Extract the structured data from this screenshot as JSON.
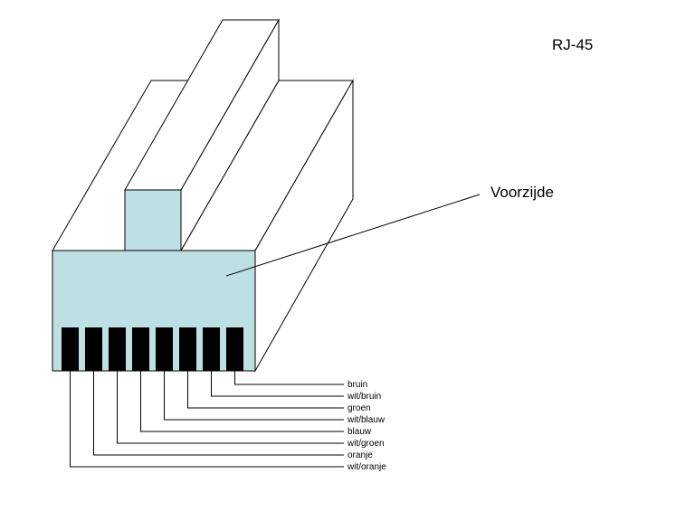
{
  "title": "RJ-45",
  "front_label": "Voorzijde",
  "wires": [
    {
      "label": "bruin"
    },
    {
      "label": "wit/bruin"
    },
    {
      "label": "groen"
    },
    {
      "label": "wit/blauw"
    },
    {
      "label": "blauw"
    },
    {
      "label": "wit/groen"
    },
    {
      "label": "oranje"
    },
    {
      "label": "wit/oranje"
    }
  ],
  "colors": {
    "face_fill": "#bfe0e3",
    "pin_fill": "#000000",
    "line": "#000000",
    "background": "#ffffff"
  }
}
